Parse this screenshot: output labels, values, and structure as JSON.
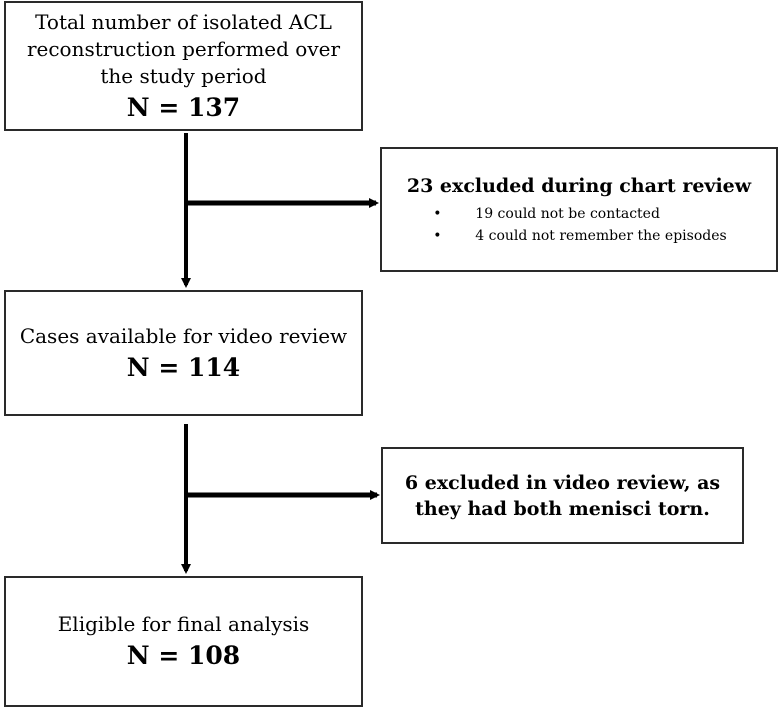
{
  "flow": {
    "box_total": {
      "lines": [
        "Total number of isolated ACL",
        "reconstruction performed over",
        "the study period"
      ],
      "n": "N = 137"
    },
    "box_excluded_chart": {
      "title": "23 excluded during chart review",
      "bullet": "•",
      "items": [
        "19 could not be contacted",
        "4 could not remember the episodes"
      ]
    },
    "box_available": {
      "lines": [
        "Cases available for video review"
      ],
      "n": "N = 114"
    },
    "box_excluded_video": {
      "lines": [
        "6 excluded in video review, as",
        "they had both menisci torn."
      ]
    },
    "box_eligible": {
      "lines": [
        "Eligible for final analysis"
      ],
      "n": "N = 108"
    }
  }
}
